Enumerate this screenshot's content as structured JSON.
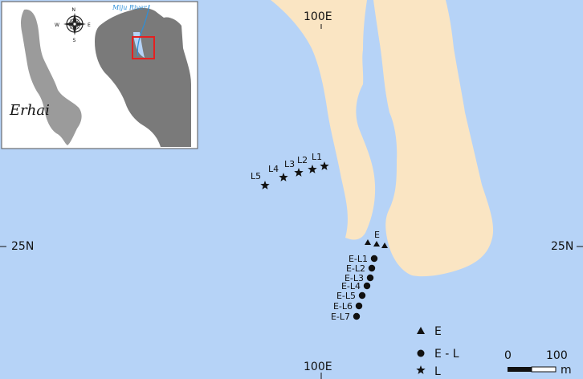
{
  "grid": {
    "lon_top": "100E",
    "lon_bottom": "100E",
    "lat_left": "25N",
    "lat_right": "25N"
  },
  "inset": {
    "lake_name": "Erhai",
    "river_name": "Miju River",
    "compass": {
      "n": "N",
      "s": "S",
      "e": "E",
      "w": "W"
    }
  },
  "sites": {
    "E": {
      "label": "E"
    },
    "L": [
      "L1",
      "L2",
      "L3",
      "L4",
      "L5"
    ],
    "EL": [
      "E-L1",
      "E-L2",
      "E-L3",
      "E-L4",
      "E-L5",
      "E-L6",
      "E-L7"
    ]
  },
  "legend": {
    "triangle": "E",
    "circle": "E - L",
    "star": "L"
  },
  "scalebar": {
    "start": "0",
    "end": "100",
    "unit": "m"
  },
  "colors": {
    "water": "#b6d3f7",
    "land": "#fae5c3",
    "inset_lake": "#9b9b9b",
    "inset_land": "#7a7a7a",
    "inset_box": "#e52020",
    "river": "#2e8fd8"
  }
}
